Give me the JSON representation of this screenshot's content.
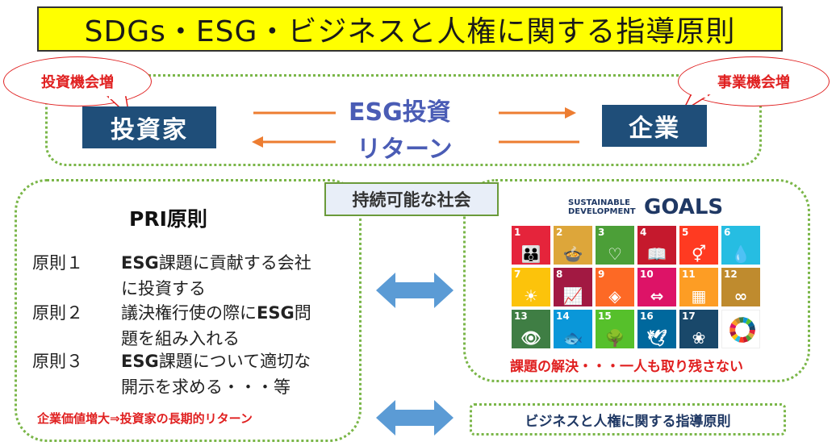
{
  "title": "SDGs・ESG・ビジネスと人権に関する指導原則",
  "bubbles": {
    "left": "投資機会増",
    "right": "事業機会増"
  },
  "investor": "投資家",
  "company": "企業",
  "esg_investment": "ESG投資",
  "return": "リターン",
  "sustainable_society": "持続可能な社会",
  "pri": {
    "title": "PRI原則",
    "principles": [
      {
        "label": "原則１",
        "bold": "ESG",
        "line1": "課題に貢献する会社",
        "line2": "に投資する"
      },
      {
        "label": "原則２",
        "prefix": "議決権行使の際に",
        "bold": "ESG",
        "suffix": "問",
        "line2": "題を組み入れる"
      },
      {
        "label": "原則３",
        "bold": "ESG",
        "line1": "課題について適切な",
        "line2": "開示を求める・・・等"
      }
    ],
    "footer": "企業価値増大⇒投資家の長期的リターン"
  },
  "goals_logo": {
    "line1": "SUSTAINABLE",
    "line2": "DEVELOPMENT",
    "big": "GOALS"
  },
  "sdg_tiles": [
    {
      "num": "1",
      "color": "#e5243b",
      "glyph": "👪"
    },
    {
      "num": "2",
      "color": "#dda63a",
      "glyph": "🍲"
    },
    {
      "num": "3",
      "color": "#4c9f38",
      "glyph": "♡"
    },
    {
      "num": "4",
      "color": "#c5192d",
      "glyph": "📖"
    },
    {
      "num": "5",
      "color": "#ff3a21",
      "glyph": "⚥"
    },
    {
      "num": "6",
      "color": "#26bde2",
      "glyph": "💧"
    },
    {
      "num": "7",
      "color": "#fcc30b",
      "glyph": "☀"
    },
    {
      "num": "8",
      "color": "#a21942",
      "glyph": "📈"
    },
    {
      "num": "9",
      "color": "#fd6925",
      "glyph": "◈"
    },
    {
      "num": "10",
      "color": "#dd1367",
      "glyph": "⇔"
    },
    {
      "num": "11",
      "color": "#fd9d24",
      "glyph": "▦"
    },
    {
      "num": "12",
      "color": "#bf8b2e",
      "glyph": "∞"
    },
    {
      "num": "13",
      "color": "#3f7e44",
      "glyph": "👁"
    },
    {
      "num": "14",
      "color": "#0a97d9",
      "glyph": "🐟"
    },
    {
      "num": "15",
      "color": "#56c02b",
      "glyph": "🌳"
    },
    {
      "num": "16",
      "color": "#00689d",
      "glyph": "🕊"
    },
    {
      "num": "17",
      "color": "#19486a",
      "glyph": "❀"
    },
    {
      "num": "",
      "color": "#ffffff",
      "glyph": "wheel"
    }
  ],
  "solution_text": "課題の解決・・・一人も取り残さない",
  "business_human_rights": "ビジネスと人権に関する指導原則",
  "colors": {
    "title_bg": "#ffff00",
    "navy": "#1f4e79",
    "accent_purple": "#4a5cb5",
    "arrow_orange": "#ed7d31",
    "arrow_blue": "#5b9bd5",
    "dotted_green": "#7ab648",
    "red": "#e02020"
  }
}
